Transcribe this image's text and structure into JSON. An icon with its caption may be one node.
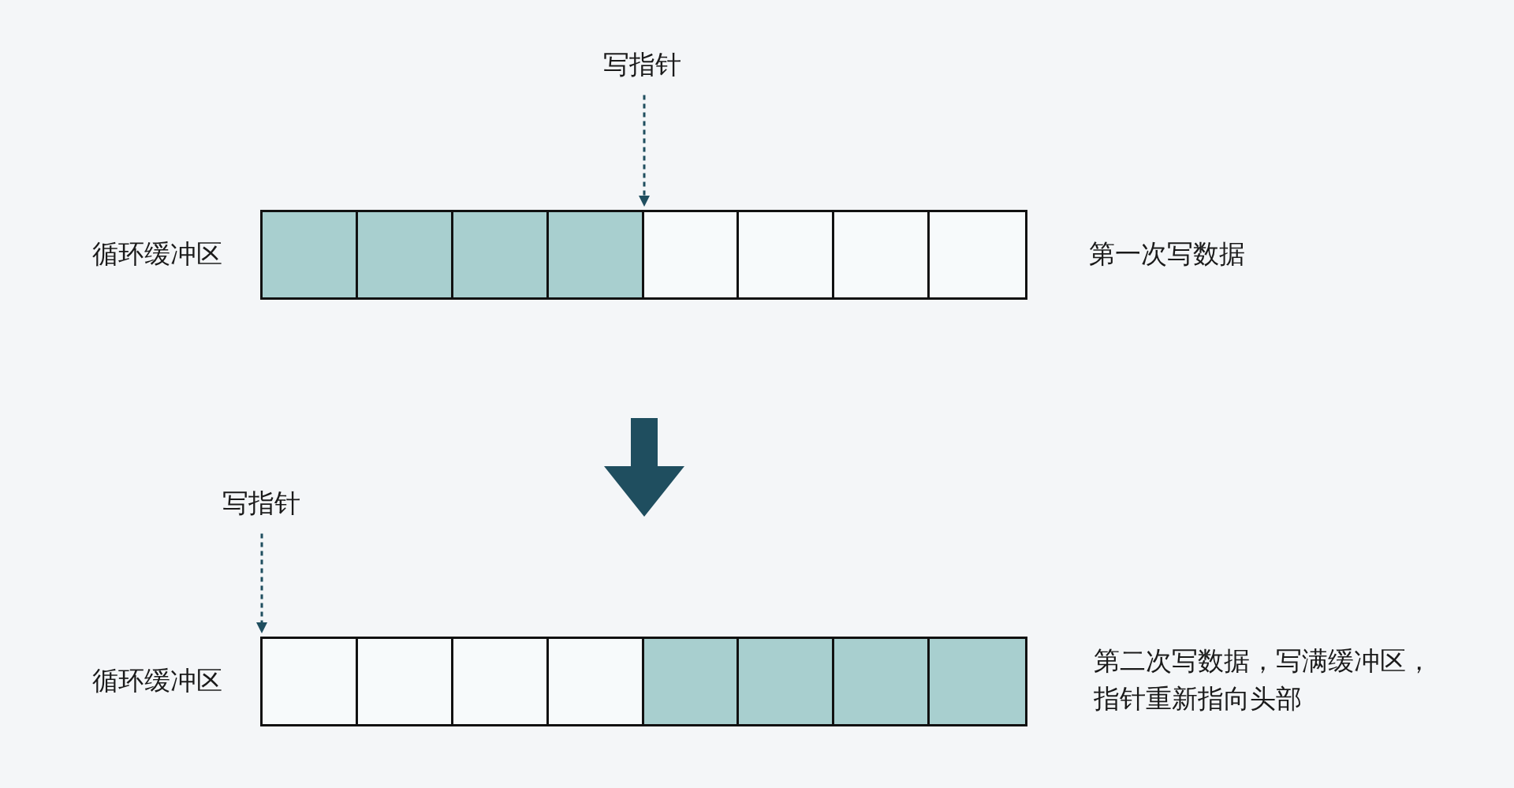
{
  "diagram": {
    "nodes": [
      {
        "text": [
          "写指针"
        ]
      },
      {
        "text": [],
        "shape": "box",
        "beside": [
          "循环缓冲区",
          "第一次写数据"
        ]
      },
      {
        "text": [
          "写指针"
        ]
      },
      {
        "text": [],
        "shape": "box",
        "beside": [
          "循环缓冲区",
          "第二次写数据，写满缓冲区，指针重新指向头部"
        ]
      }
    ],
    "edges": [
      {
        "from": 0,
        "to": 1,
        "arrow": "to",
        "style": "dashed"
      },
      {
        "from": 2,
        "to": 3,
        "arrow": "to",
        "style": "dashed"
      }
    ]
  }
}
